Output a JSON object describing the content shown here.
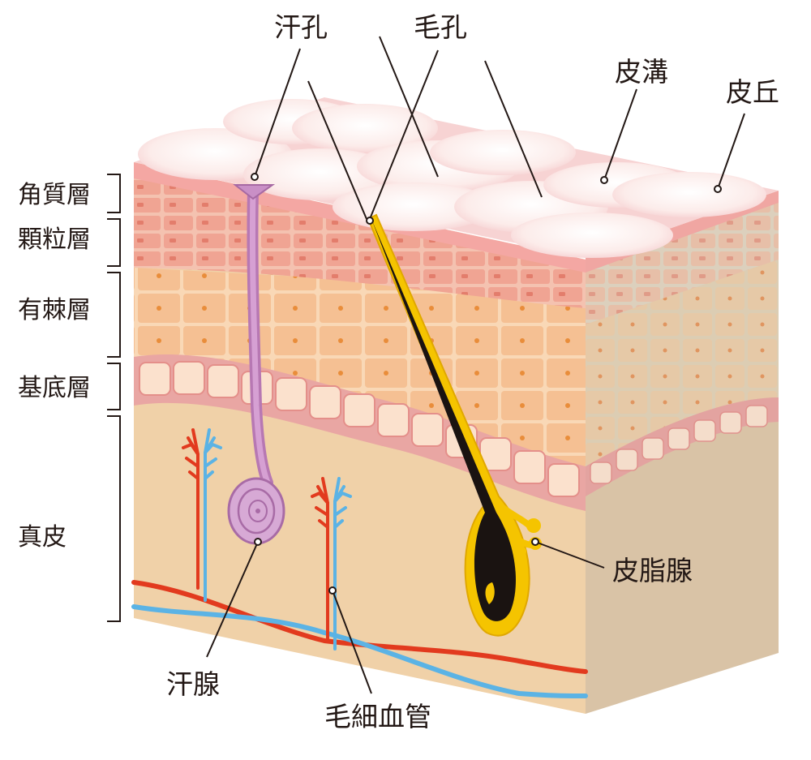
{
  "layer_labels": {
    "stratum_corneum": "角質層",
    "stratum_granulosum": "顆粒層",
    "stratum_spinosum": "有棘層",
    "stratum_basale": "基底層",
    "dermis": "真皮"
  },
  "structure_labels": {
    "sweat_pore": "汗孔",
    "hair_pore": "毛孔",
    "skin_furrow": "皮溝",
    "skin_ridge": "皮丘",
    "sebaceous_gland": "皮脂腺",
    "sweat_gland": "汗腺",
    "capillary": "毛細血管"
  },
  "colors": {
    "corneum_cell": "#fbe7e6",
    "granulosum": "#f2b7a3",
    "spinosum": "#f6c79e",
    "basale_band": "#e8a4a2",
    "dermis": "#f0d1a8",
    "dermis_side": "#d8c2a6",
    "hair": "#1a1311",
    "hair_sheath": "#f5c400",
    "sweat_duct": "#c792c4",
    "artery": "#e23a1e",
    "vein": "#5bb3e5",
    "leader_line": "#231815"
  }
}
